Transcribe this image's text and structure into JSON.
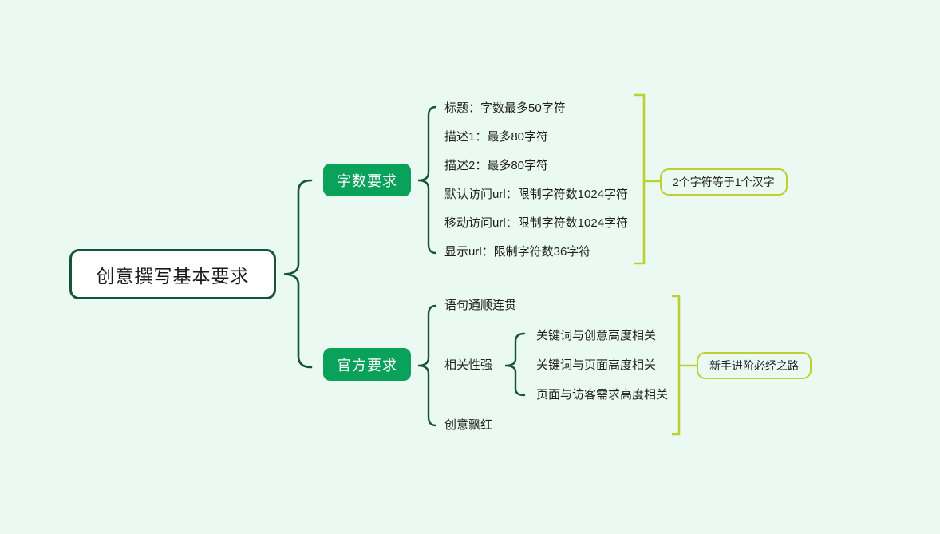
{
  "diagram": {
    "type": "mindmap",
    "root": {
      "label": "创意撰写基本要求"
    },
    "branches": [
      {
        "topic": {
          "label": "字数要求"
        },
        "items": [
          "标题：字数最多50字符",
          "描述1：最多80字符",
          "描述2：最多80字符",
          "默认访问url：限制字符数1024字符",
          "移动访问url：限制字符数1024字符",
          "显示url：限制字符数36字符"
        ],
        "callout": {
          "label": "2个字符等于1个汉字"
        }
      },
      {
        "topic": {
          "label": "官方要求"
        },
        "items": [
          "语句通顺连贯",
          "相关性强",
          "创意飘红"
        ],
        "subitems": [
          "关键词与创意高度相关",
          "关键词与页面高度相关",
          "页面与访客需求高度相关"
        ],
        "callout": {
          "label": "新手进阶必经之路"
        }
      }
    ],
    "colors": {
      "background": "#eafaf2",
      "root_border": "#175339",
      "root_fill": "#ffffff",
      "topic_fill": "#0aa25a",
      "topic_text": "#ffffff",
      "brace": "#175339",
      "callout_accent": "#bed02f",
      "text": "#1f1f1f"
    }
  }
}
